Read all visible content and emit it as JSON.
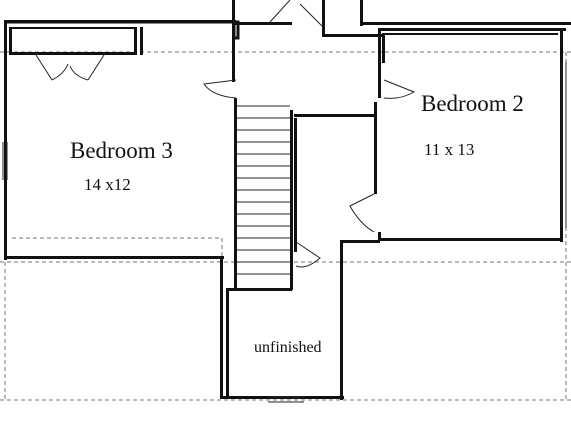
{
  "plan": {
    "rooms": [
      {
        "id": "bedroom-3",
        "name": "Bedroom 3",
        "dimensions": "14 x12"
      },
      {
        "id": "bedroom-2",
        "name": "Bedroom 2",
        "dimensions": "11 x 13"
      },
      {
        "id": "unfinished",
        "name": "unfinished"
      }
    ],
    "colors": {
      "wall": "#111111",
      "background": "#ffffff",
      "roof_line": "#777777"
    }
  }
}
